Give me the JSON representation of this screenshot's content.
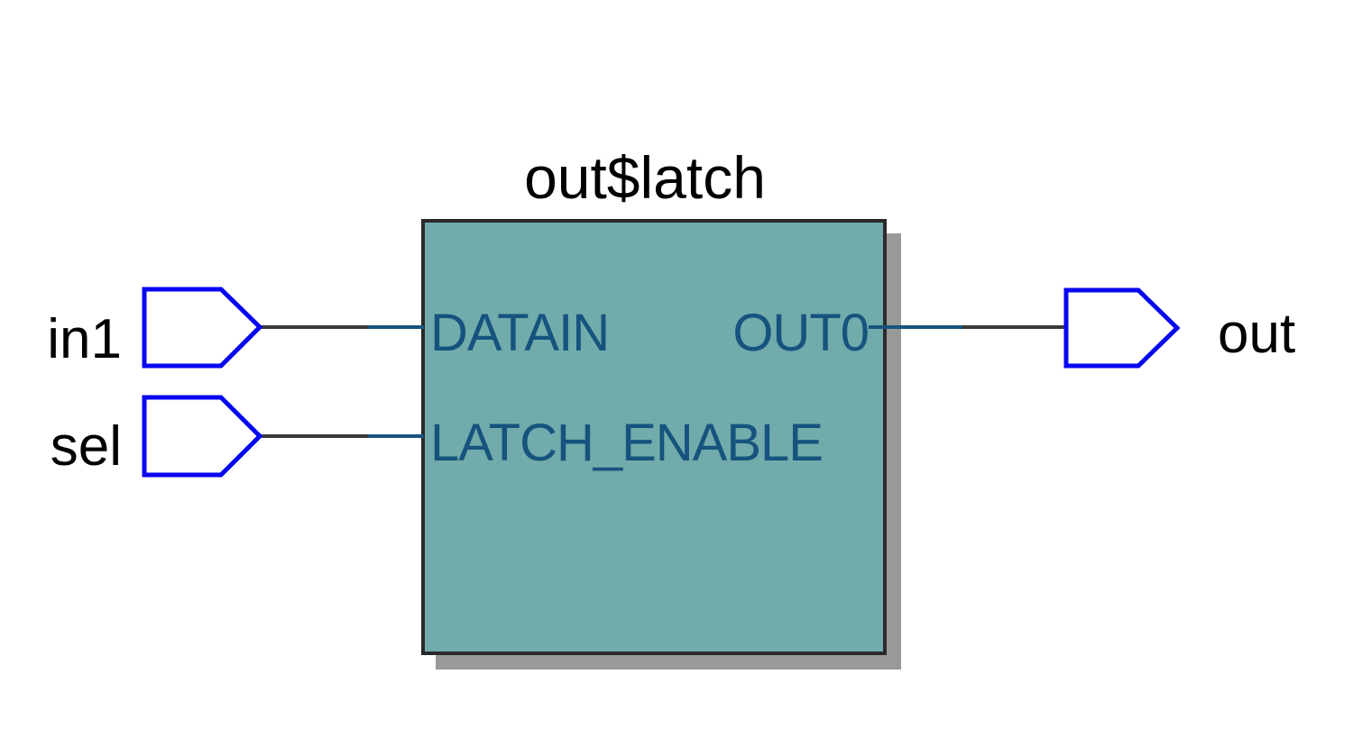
{
  "schematic": {
    "block": {
      "title": "out$latch",
      "left_ports": [
        {
          "label": "DATAIN"
        },
        {
          "label": "LATCH_ENABLE"
        }
      ],
      "right_ports": [
        {
          "label": "OUT0"
        }
      ]
    },
    "pins": [
      {
        "label": "in1",
        "direction": "input"
      },
      {
        "label": "sel",
        "direction": "input"
      },
      {
        "label": "out",
        "direction": "output"
      }
    ],
    "colors": {
      "background": "#FFFFFF",
      "block_fill": "#71ABAB",
      "block_border": "#2A2A2A",
      "block_shadow": "#999999",
      "port_text": "#16537E",
      "port_stub_wire": "#16537E",
      "net_wire": "#3A3A3A",
      "pin_outline": "#0707F0",
      "pin_fill": "#FFFFFF",
      "label_text": "#000000"
    }
  }
}
